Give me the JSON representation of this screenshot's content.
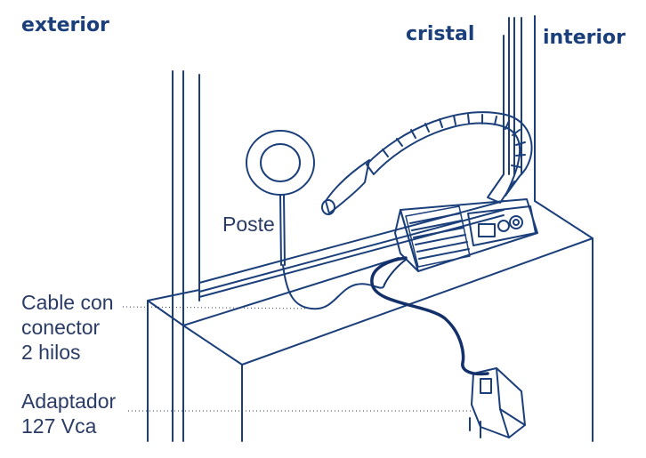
{
  "headings": {
    "exterior": "exterior",
    "glass": "cristal",
    "interior": "interior"
  },
  "labels": {
    "post": "Poste",
    "cable_line1": "Cable con",
    "cable_line2": "conector",
    "cable_line3": "2 hilos",
    "adapter_line1": "Adaptador",
    "adapter_line2": "127 Vca"
  },
  "colors": {
    "line": "#1b3f7a",
    "cable": "#14306a",
    "text": "#2a3b66",
    "background": "#ffffff"
  }
}
